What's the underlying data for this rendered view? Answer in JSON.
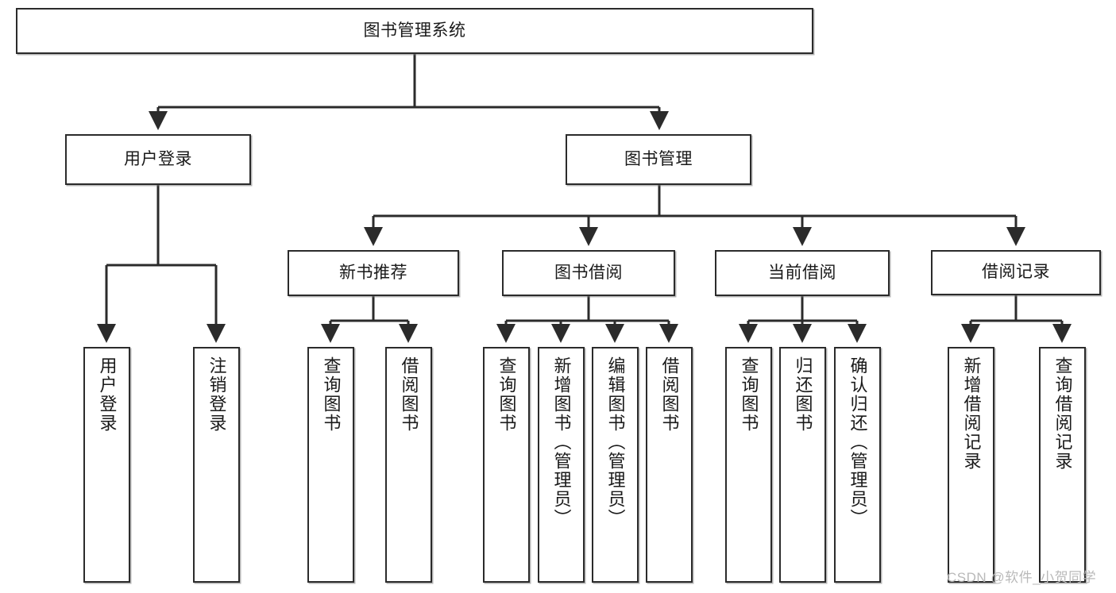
{
  "diagram": {
    "title": "图书管理系统",
    "type": "hierarchy-tree",
    "root": {
      "id": "root",
      "label": "图书管理系统"
    },
    "level2": [
      {
        "id": "user-login",
        "label": "用户登录"
      },
      {
        "id": "book-manage",
        "label": "图书管理"
      }
    ],
    "level3": [
      {
        "id": "new-book-rec",
        "label": "新书推荐",
        "parent": "book-manage"
      },
      {
        "id": "book-borrow",
        "label": "图书借阅",
        "parent": "book-manage"
      },
      {
        "id": "current-borrow",
        "label": "当前借阅",
        "parent": "book-manage"
      },
      {
        "id": "borrow-record",
        "label": "借阅记录",
        "parent": "book-manage"
      }
    ],
    "leaves": [
      {
        "id": "leaf-user-login",
        "label": "用户登录",
        "parent": "user-login"
      },
      {
        "id": "leaf-user-logout",
        "label": "注销登录",
        "parent": "user-login"
      },
      {
        "id": "leaf-query-book-1",
        "label": "查询图书",
        "parent": "new-book-rec"
      },
      {
        "id": "leaf-borrow-book-1",
        "label": "借阅图书",
        "parent": "new-book-rec"
      },
      {
        "id": "leaf-query-book-2",
        "label": "查询图书",
        "parent": "book-borrow"
      },
      {
        "id": "leaf-add-book",
        "label": "新增图书（管理员）",
        "parent": "book-borrow"
      },
      {
        "id": "leaf-edit-book",
        "label": "编辑图书（管理员）",
        "parent": "book-borrow"
      },
      {
        "id": "leaf-borrow-book-2",
        "label": "借阅图书",
        "parent": "book-borrow"
      },
      {
        "id": "leaf-query-book-3",
        "label": "查询图书",
        "parent": "current-borrow"
      },
      {
        "id": "leaf-return-book",
        "label": "归还图书",
        "parent": "current-borrow"
      },
      {
        "id": "leaf-confirm-return",
        "label": "确认归还（管理员）",
        "parent": "current-borrow"
      },
      {
        "id": "leaf-add-record",
        "label": "新增借阅记录",
        "parent": "borrow-record"
      },
      {
        "id": "leaf-query-record",
        "label": "查询借阅记录",
        "parent": "borrow-record"
      }
    ]
  },
  "watermark": {
    "text": "CSDN @软件_小贺同学"
  },
  "colors": {
    "stroke": "#2b2b2b",
    "fill": "#ffffff",
    "text": "#1a1a1a",
    "watermark": "#b9b9b9"
  }
}
